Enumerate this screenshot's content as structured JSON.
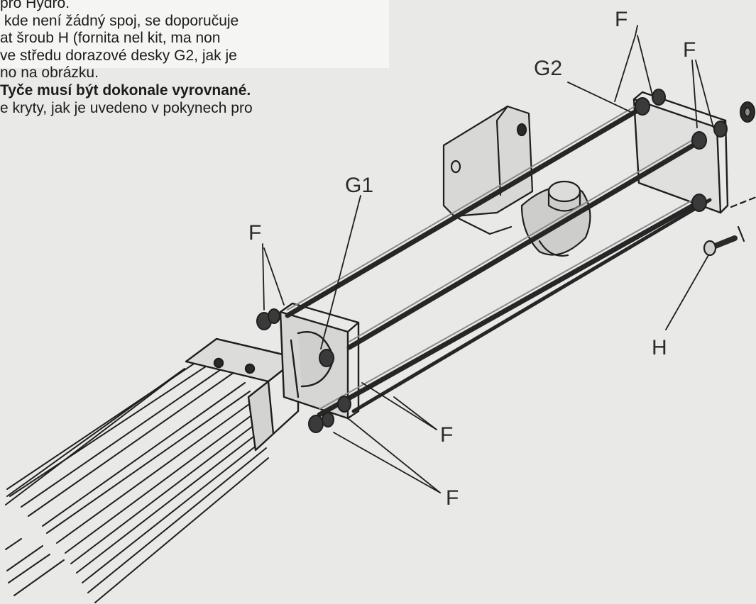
{
  "instructions": {
    "line1": "pro Hydro.",
    "line2": " kde není žádný spoj, se doporučuje",
    "line3": "at šroub H (fornita nel kit, ma non",
    "line4": "ve středu dorazové desky G2, jak je",
    "line5": "no na obrázku.",
    "line6_bold": "Tyče musí být dokonale vyrovnané.",
    "line7": "e kryty, jak je uvedeno v pokynech pro"
  },
  "labels": {
    "g2": "G2",
    "g1": "G1",
    "f_top_left": "F",
    "f_top_right": "F",
    "f_left": "F",
    "f_lower_1": "F",
    "f_lower_2": "F",
    "h": "H"
  },
  "colors": {
    "paper": "#e9e9e7",
    "ink": "#1f1f1f",
    "text": "#1c1c1c"
  }
}
